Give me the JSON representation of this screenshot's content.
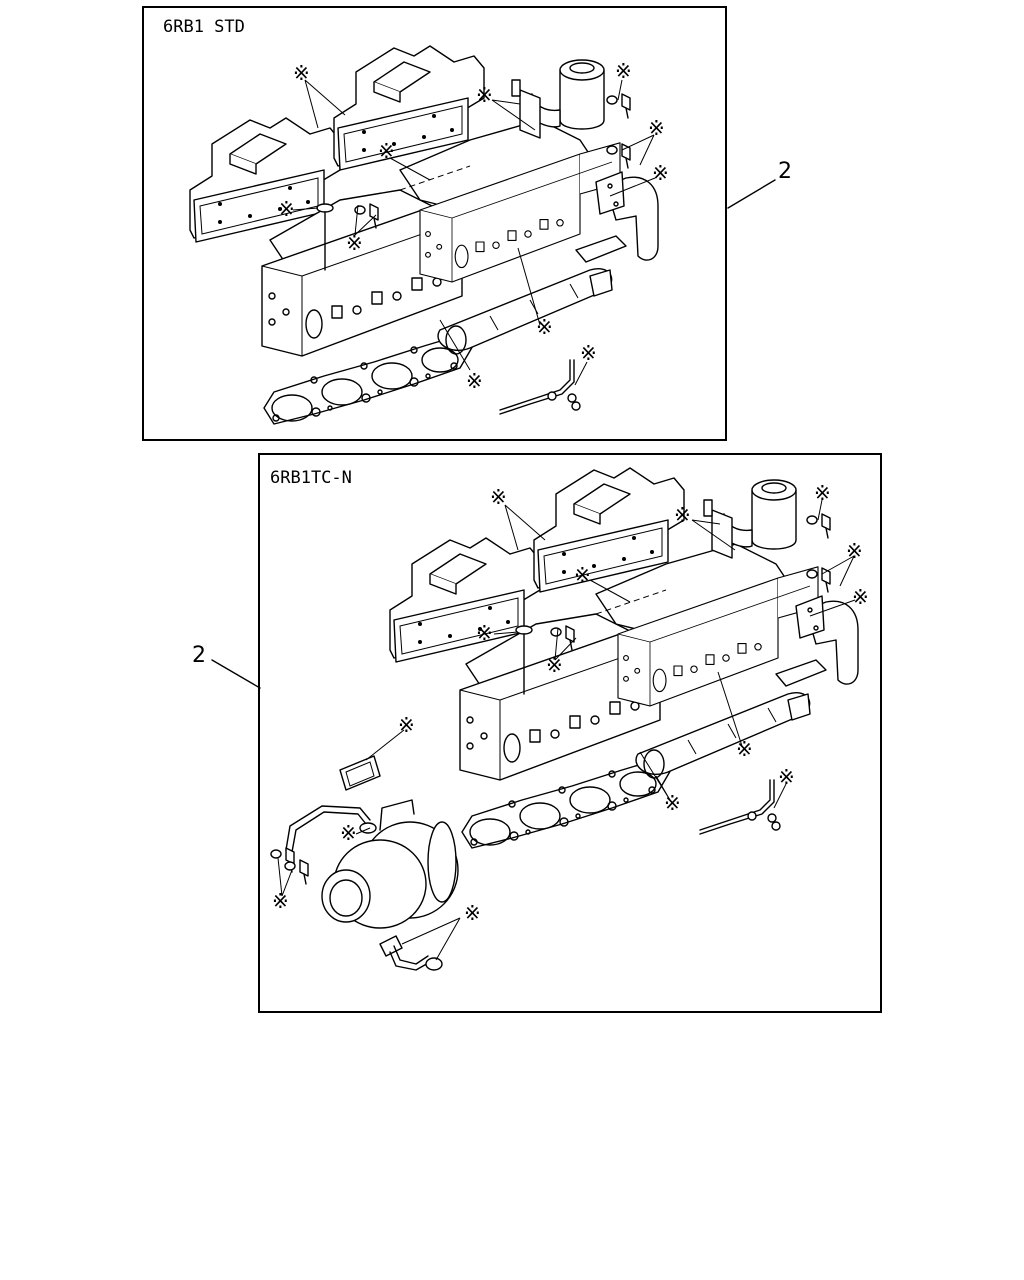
{
  "panels": [
    {
      "title": "6RB1 STD",
      "callout": "2"
    },
    {
      "title": "6RB1TC-N",
      "callout": "2"
    }
  ],
  "markers": {
    "service_kit": "※"
  }
}
